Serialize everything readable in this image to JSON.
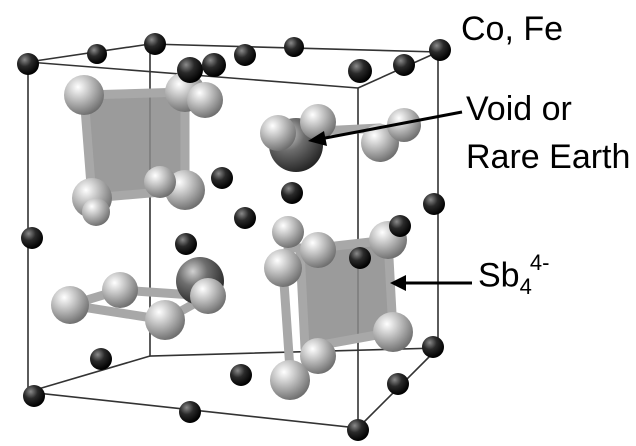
{
  "labels": {
    "co_fe": "Co, Fe",
    "void_line1": "Void or",
    "void_line2": "Rare Earth",
    "sb_base": "Sb",
    "sb_sub": "4",
    "sb_sup": "4-"
  },
  "colors": {
    "background": "#ffffff",
    "edge": "#333333",
    "text": "#000000",
    "co_atom": "#1a1a1a",
    "sb_atom": "#b8b8b8",
    "void_atom": "#555555",
    "face_fill": "#8a8a8a"
  }
}
